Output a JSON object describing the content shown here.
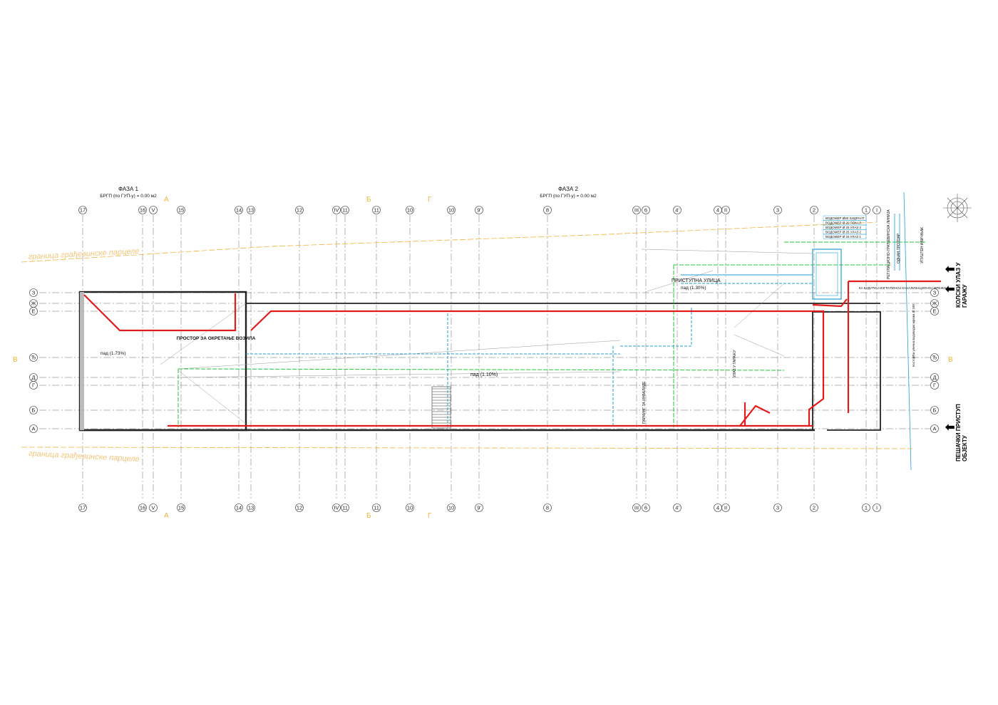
{
  "phases": [
    {
      "title": "ФАЗА 1",
      "area": "БРГП (по ГУП-у) = 0.00 м2"
    },
    {
      "title": "ФАЗА 2",
      "area": "БРГП (по ГУП-у) = 0.00 м2"
    }
  ],
  "columns": [
    "17",
    "16",
    "V",
    "15",
    "14",
    "13",
    "12",
    "IV",
    "11",
    "11",
    "10",
    "10",
    "9'",
    "8",
    "III",
    "6",
    "4'",
    "4",
    "II",
    "3",
    "2",
    "1",
    "I"
  ],
  "rows": [
    "З",
    "Ж",
    "Е",
    "Ђ",
    "Д",
    "Г",
    "Б",
    "А"
  ],
  "section_marks": [
    "А",
    "Б",
    "Г",
    "В"
  ],
  "room_labels": {
    "turning_space": "ПРОСТОР ЗА ОКРЕТАЊЕ ВОЗИЛА",
    "access_street": "ПРИСТУПНА УЛИЦА",
    "parking_disabled": "ПАРКИНГ ЗА ИНВАЛИДЕ",
    "garage_ramp": "УЛАЗ У ГАРАЖУ"
  },
  "slopes": [
    "пад (1.73%)",
    "пад (1.10%)",
    "пад (1.30%)"
  ],
  "boundary_label": "граница грађевинске парцеле",
  "street_labels": [
    "РЕГУЛАЦИОНО-ГРАЂЕВИНСКА ЛИНИЈА",
    "ОДЧАН ТРОТОАР",
    "УПУШТЕН ИВИЧЊАК",
    "постојећа улична водоводна мрежа Ø 100",
    "КА БУДУЋОЈ ИЗГРАЂЕНОЈ КАНАЛИЗАЦИОНОЈ МРЕЖИ"
  ],
  "meters": [
    "ВОДОМЕР Ø80 ХИДРАНТ",
    "ВОДОМЕР Ø 20 ЛОКАЛ",
    "ВОДОМЕР Ø 25 УЛАЗ 3",
    "ВОДОМЕР Ø 25 УЛАЗ 2",
    "ВОДОМЕР Ø 25 УЛАЗ 1"
  ],
  "entrances": {
    "vehicle": "КОЛСКИ УЛАЗ У ГАРАЖУ",
    "pedestrian": "ПЕШАЧКИ ПРИСТУП ОБЈЕКТУ"
  },
  "colors": {
    "sewer": "#e31b1b",
    "water": "#1f9fd6",
    "green_line": "#27c53a",
    "boundary": "#f0b43c",
    "walls": "#222222"
  }
}
